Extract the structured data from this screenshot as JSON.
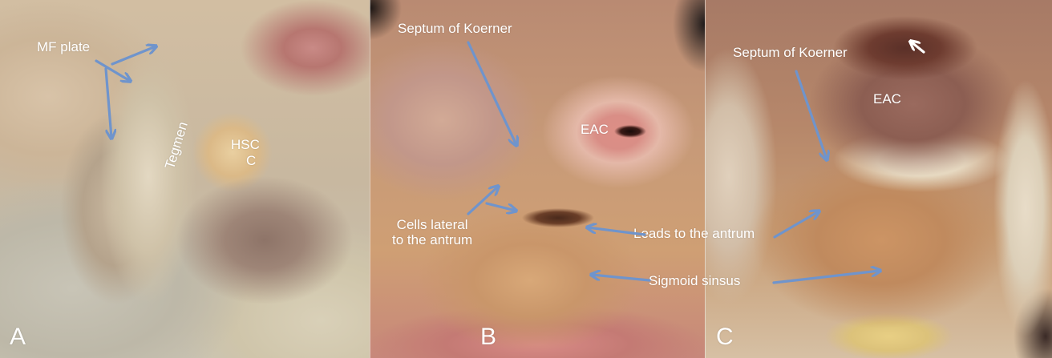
{
  "figure": {
    "panels": [
      {
        "id": "A",
        "letter": "A",
        "labels": {
          "mf_plate": "MF plate",
          "tegmen": "Tegmen",
          "hsc": "HSC",
          "c": "C"
        },
        "arrow_color": "#6f94cc"
      },
      {
        "id": "B",
        "letter": "B",
        "labels": {
          "septum": "Septum of Koerner",
          "eac": "EAC",
          "cells_lateral": "Cells lateral\nto the antrum"
        },
        "arrow_color": "#6f94cc"
      },
      {
        "id": "C",
        "letter": "C",
        "labels": {
          "septum": "Septum of Koerner",
          "eac": "EAC"
        },
        "arrow_color": "#6f94cc",
        "white_arrow_color": "#ffffff"
      }
    ],
    "shared_labels": {
      "leads_to_antrum": "Leads to the antrum",
      "sigmoid_sinus": "Sigmoid sinsus"
    },
    "colors": {
      "label_text": "#ffffff",
      "arrow_blue": "#6f94cc"
    }
  }
}
